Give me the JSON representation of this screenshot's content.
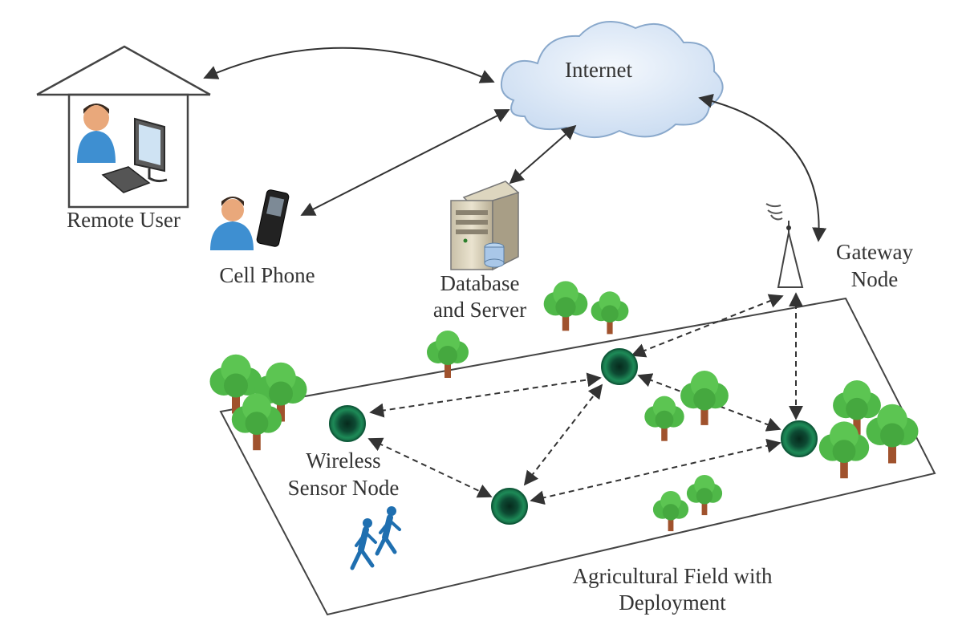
{
  "labels": {
    "internet": "Internet",
    "remote_user": "Remote User",
    "cell_phone": "Cell Phone",
    "database_line1": "Database",
    "database_line2": "and Server",
    "gateway_line1": "Gateway",
    "gateway_line2": "Node",
    "sensor_line1": "Wireless",
    "sensor_line2": "Sensor Node",
    "field_line1": "Agricultural Field with",
    "field_line2": "Deployment"
  },
  "colors": {
    "cloud_fill": "#dbe8f7",
    "cloud_stroke": "#8aa9cc",
    "sensor_outer": "#1d8a57",
    "sensor_inner": "#062a1c",
    "tree_foliage": "#4fb848",
    "tree_trunk": "#a0522d",
    "walker": "#1f6fb0",
    "line": "#333333"
  },
  "icons": [
    "house-icon",
    "user-icon",
    "monitor-icon",
    "keyboard-icon",
    "phone-icon",
    "server-icon",
    "cloud-icon",
    "antenna-icon",
    "tree-icon",
    "walking-people-icon",
    "sensor-node-icon"
  ]
}
